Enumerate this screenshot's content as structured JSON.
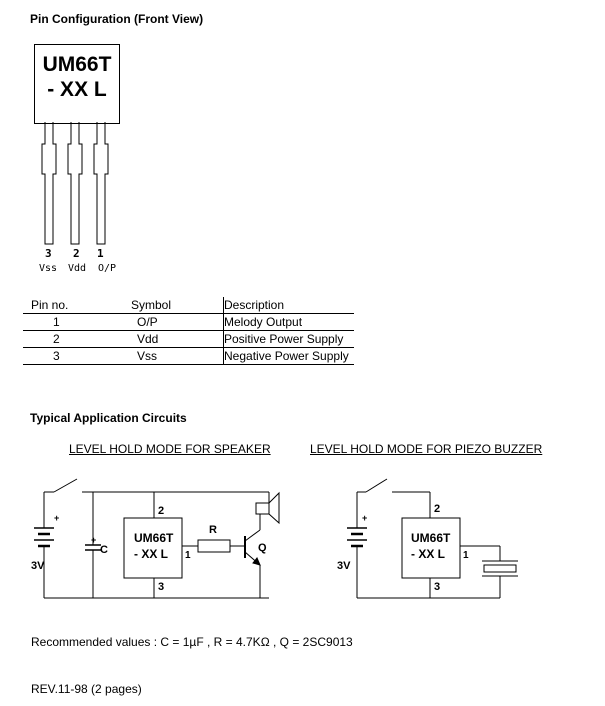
{
  "pin_config": {
    "title": "Pin Configuration (Front View)",
    "chip_line1": "UM66T",
    "chip_line2": "- XX L",
    "pins": [
      {
        "number": "3",
        "name": "Vss"
      },
      {
        "number": "2",
        "name": "Vdd"
      },
      {
        "number": "1",
        "name": "O/P"
      }
    ]
  },
  "pin_table": {
    "headers": [
      "Pin no.",
      "Symbol",
      "Description"
    ],
    "rows": [
      [
        "1",
        "O/P",
        "Melody Output"
      ],
      [
        "2",
        "Vdd",
        "Positive Power Supply"
      ],
      [
        "3",
        "Vss",
        "Negative Power Supply"
      ]
    ]
  },
  "application": {
    "title": "Typical Application Circuits",
    "speaker_caption": "LEVEL HOLD MODE FOR SPEAKER",
    "piezo_caption": "LEVEL HOLD MODE FOR PIEZO BUZZER",
    "ic_line1": "UM66T",
    "ic_line2": "- XX L",
    "pin_top": "2",
    "pin_out": "1",
    "pin_bottom": "3",
    "battery_voltage": "3V",
    "plus": "+",
    "capacitor_label": "C",
    "resistor_label": "R",
    "transistor_label": "Q"
  },
  "recommended": "Recommended values : C = 1µF , R = 4.7KΩ , Q = 2SC9013",
  "revision": "REV.11-98 (2 pages)"
}
